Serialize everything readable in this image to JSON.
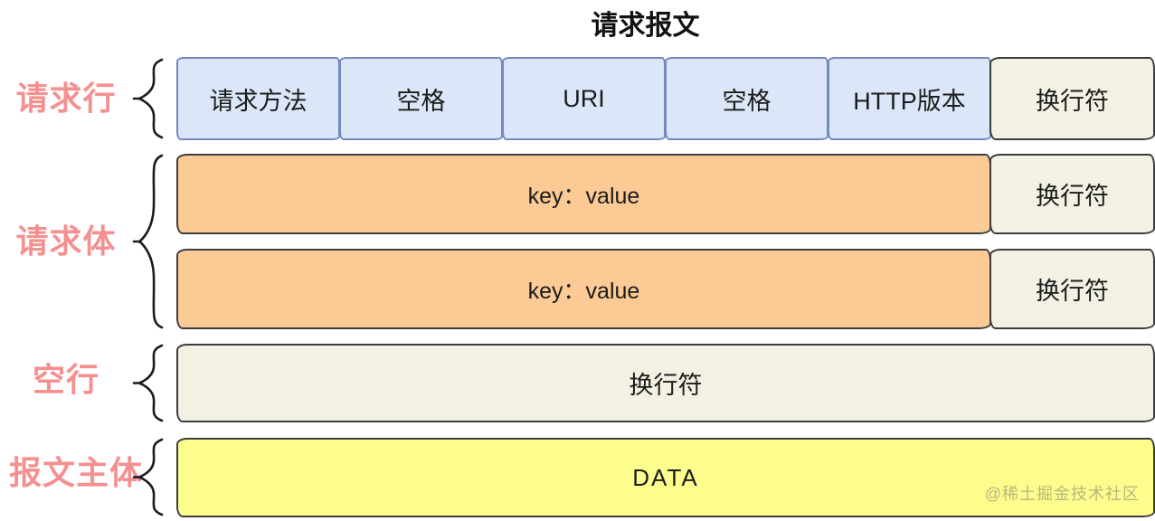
{
  "title": "请求报文",
  "labels": {
    "request_line": "请求行",
    "request_headers": "请求体",
    "empty_line": "空行",
    "message_body": "报文主体"
  },
  "rows": {
    "line": {
      "cells": [
        "请求方法",
        "空格",
        "URI",
        "空格",
        "HTTP版本",
        "换行符"
      ]
    },
    "header1": {
      "value": "key：value",
      "newline": "换行符"
    },
    "header2": {
      "value": "key：value",
      "newline": "换行符"
    },
    "empty": {
      "newline": "换行符"
    },
    "body": {
      "data": "DATA"
    }
  },
  "watermark": "@稀土掘金技术社区",
  "colors": {
    "blue-fill": "#dbe7f8",
    "blue-border": "#7589be",
    "orange-fill": "#fcca95",
    "cream-fill": "#f3f1e3",
    "yellow-fill": "#fdfd8e",
    "dark-border": "#3d3d3d",
    "label-pink": "#f59091"
  }
}
